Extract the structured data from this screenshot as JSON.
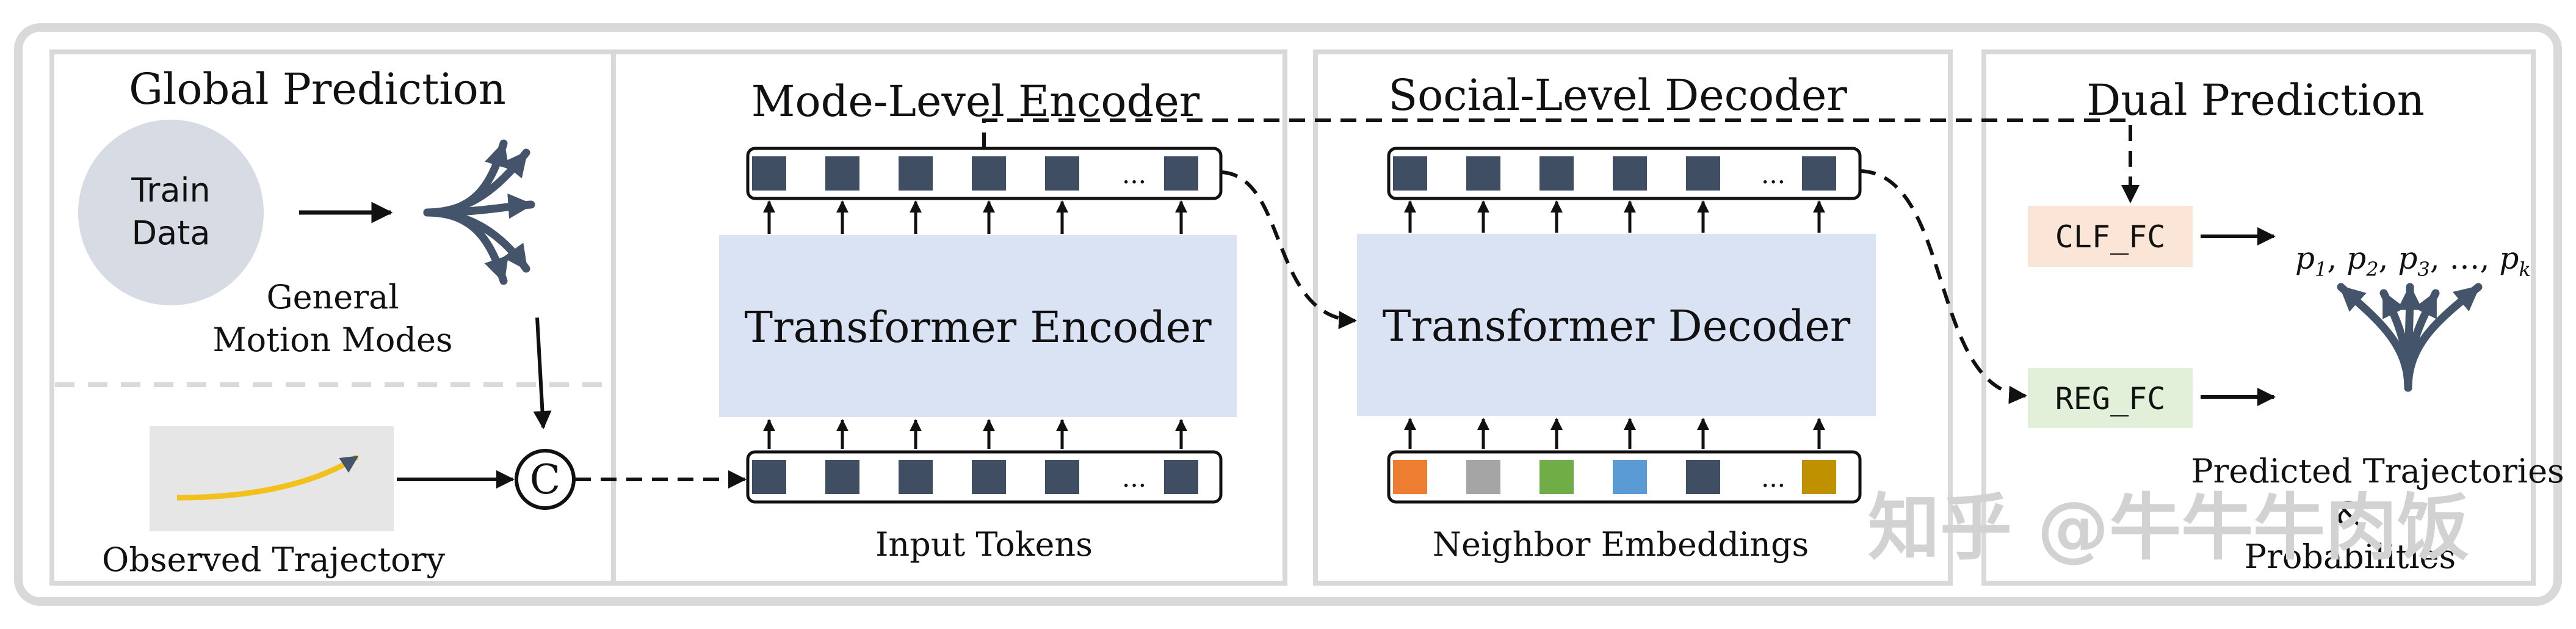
{
  "panels": {
    "global": {
      "title": "Global Prediction",
      "circle_line1": "Train",
      "circle_line2": "Data",
      "modes_line1": "General",
      "modes_line2": "Motion Modes",
      "observed_label": "Observed Trajectory",
      "concat_symbol": "C"
    },
    "mode_encoder": {
      "title": "Mode-Level Encoder",
      "block_label": "Transformer Encoder",
      "tokens_label": "Input Tokens",
      "ellipsis": "..."
    },
    "social_decoder": {
      "title": "Social-Level Decoder",
      "block_label": "Transformer Decoder",
      "tokens_label": "Neighbor Embeddings",
      "ellipsis": "..."
    },
    "dual": {
      "title": "Dual Prediction",
      "clf_label": "CLF_FC",
      "reg_label": "REG_FC",
      "probs_p": "p",
      "probs_subs": [
        "1",
        "2",
        "3",
        "k"
      ],
      "probs_sep": ", ",
      "probs_ellipsis": "…",
      "pred_line1": "Predicted Trajectories",
      "pred_line2": "&",
      "pred_line3": "Probabilities"
    }
  },
  "watermark": "知乎 @牛牛牛肉饭",
  "colors": {
    "token": "#3f4e63",
    "transformer_block": "#dae3f3",
    "circle": "#d6dbe4",
    "observed_box": "#e6e6e6",
    "trajectory": "#f3c11b",
    "clf_fill": "#fbe5d6",
    "reg_fill": "#e2f0d9",
    "fan_arrows": "#44546a",
    "neighbor_tokens": [
      "#ed7d31",
      "#a5a5a5",
      "#70ad47",
      "#5b9bd5",
      "#3f4e63",
      "#bf9000"
    ]
  }
}
